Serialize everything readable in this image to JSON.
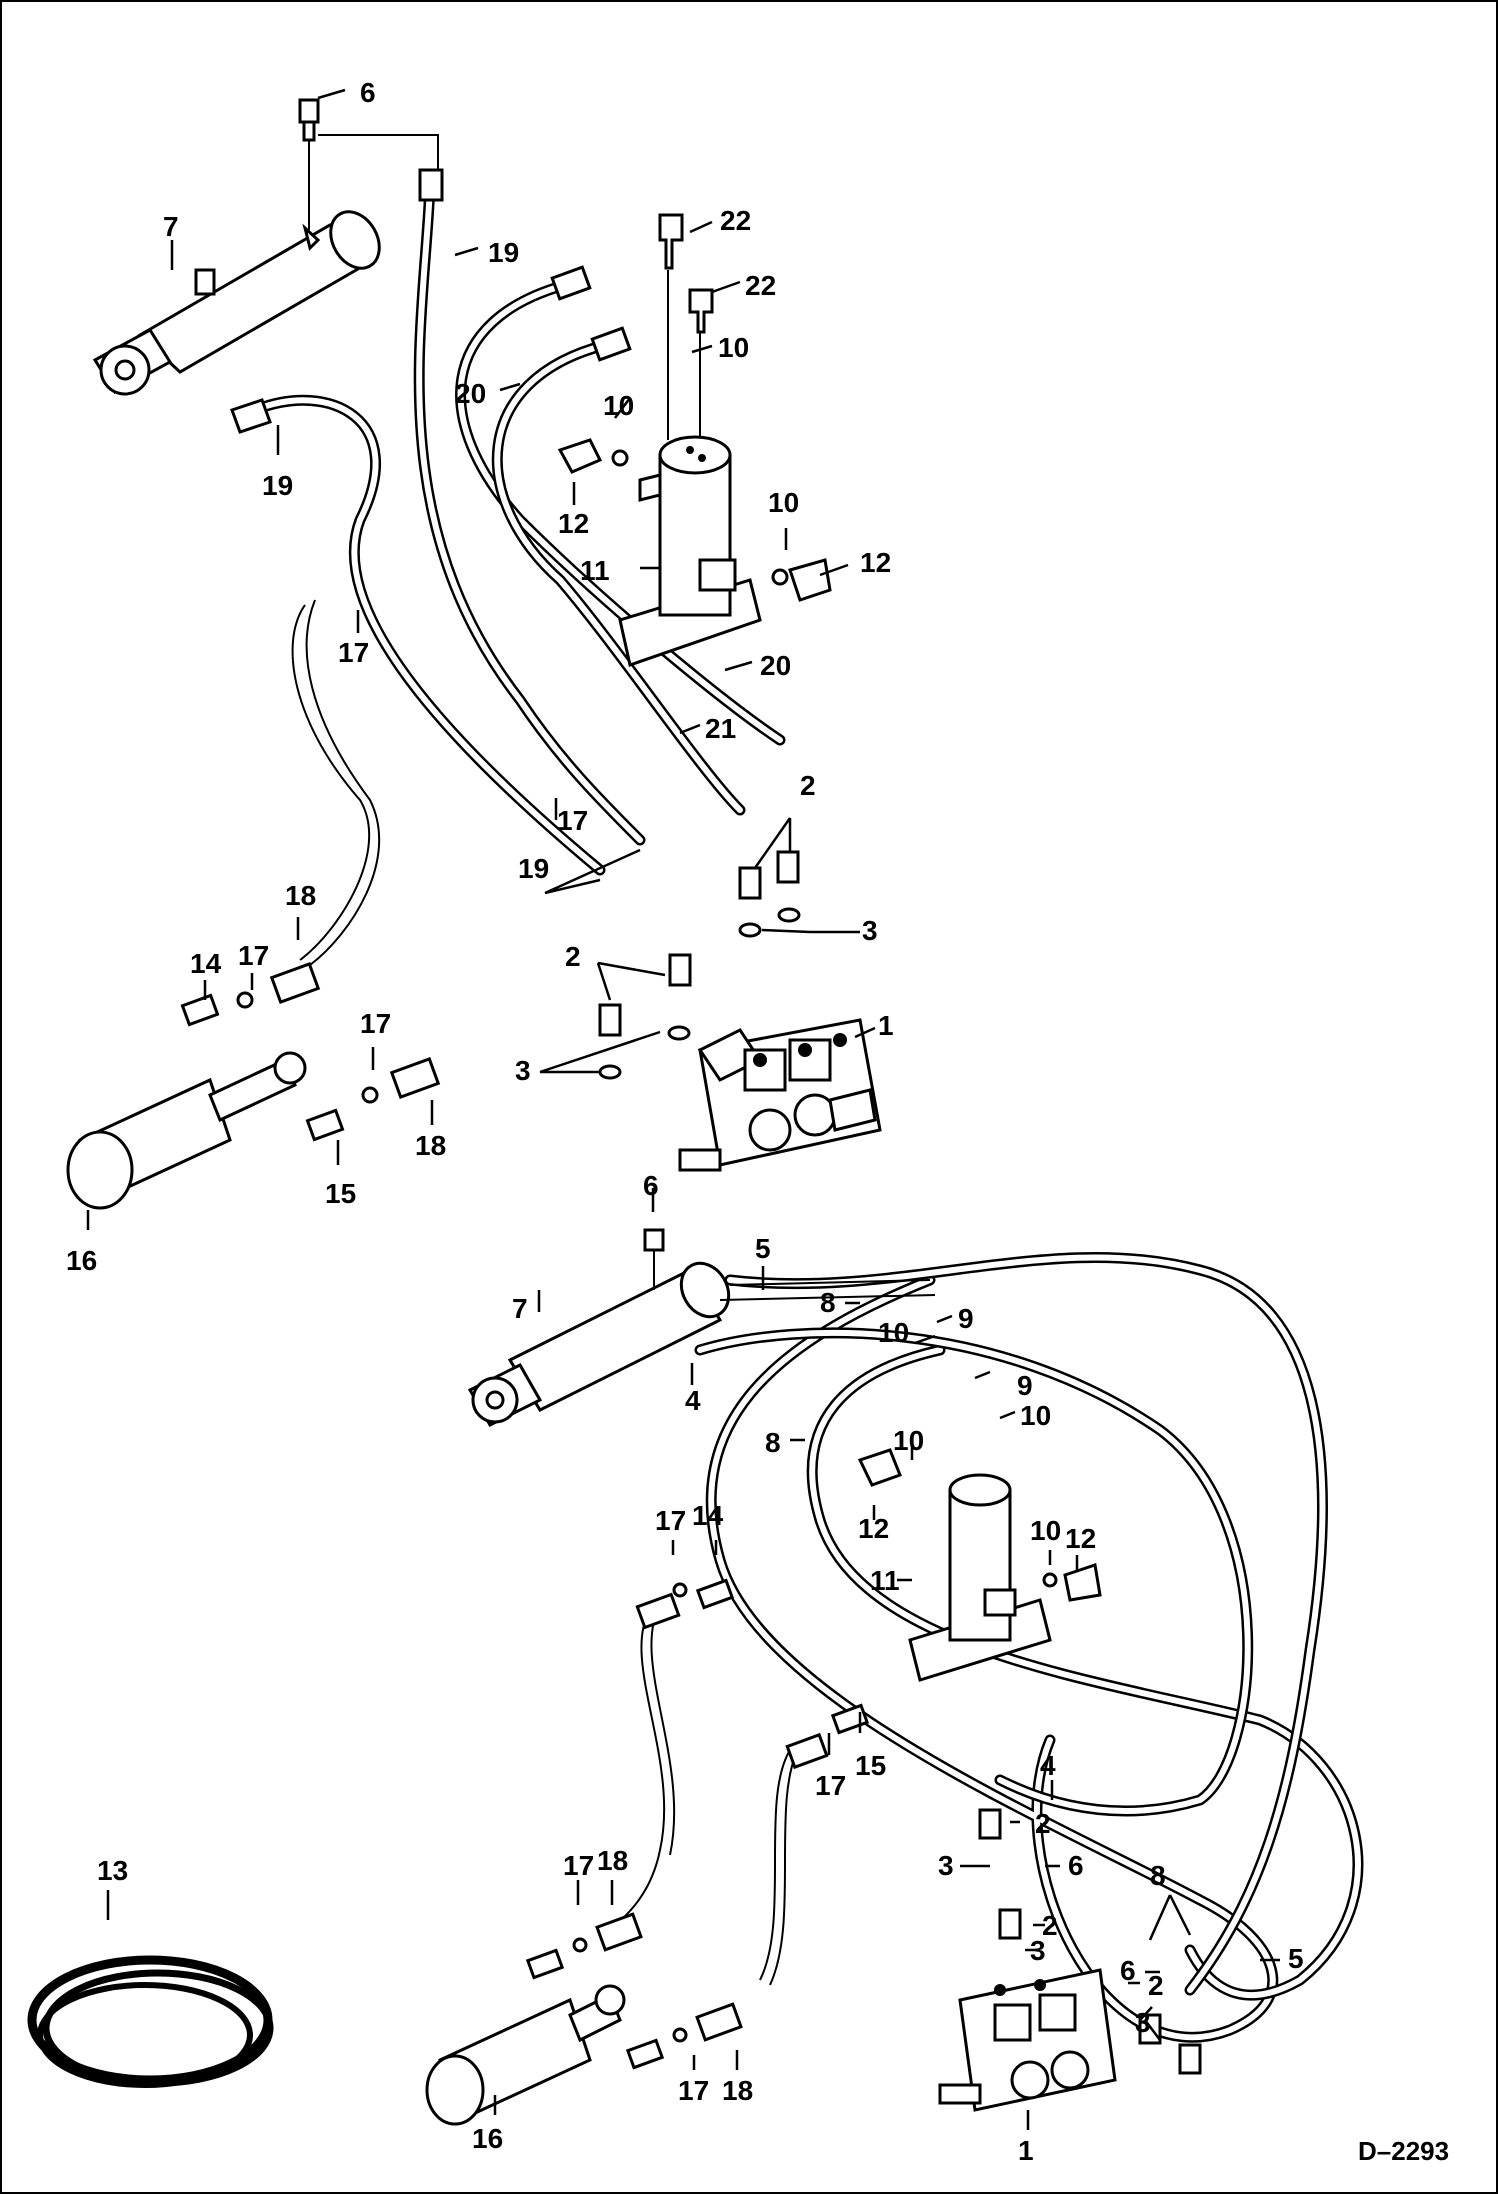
{
  "drawing_code": "D–2293",
  "callouts": {
    "c6a": "6",
    "c7a": "7",
    "c19a": "19",
    "c19b": "19",
    "c22a": "22",
    "c22b": "22",
    "c10a": "10",
    "c20a": "20",
    "c10b": "10",
    "c12a": "12",
    "c10c": "10",
    "c12b": "12",
    "c11a": "11",
    "c17a": "17",
    "c20b": "20",
    "c21a": "21",
    "c17b": "17",
    "c2a": "2",
    "c19c": "19",
    "c3a": "3",
    "c18a": "18",
    "c14a": "14",
    "c17c": "17",
    "c2b": "2",
    "c1a": "1",
    "c3b": "3",
    "c17d": "17",
    "c18b": "18",
    "c15a": "15",
    "c16a": "16",
    "c6b": "6",
    "c5a": "5",
    "c7b": "7",
    "c8a": "8",
    "c9a": "9",
    "c10d": "10",
    "c4a": "4",
    "c9b": "9",
    "c10e": "10",
    "c8b": "8",
    "c10f": "10",
    "c12c": "12",
    "c17e": "17",
    "c14b": "14",
    "c11b": "11",
    "c10g": "10",
    "c12d": "12",
    "c17f": "17",
    "c15b": "15",
    "c4b": "4",
    "c2c": "2",
    "c13a": "13",
    "c3c": "3",
    "c6c": "6",
    "c17g": "17",
    "c18c": "18",
    "c2d": "2",
    "c8c": "8",
    "c3d": "3",
    "c6d": "6",
    "c2e": "2",
    "c5b": "5",
    "c3e": "3",
    "c16b": "16",
    "c17h": "17",
    "c18d": "18",
    "c1b": "1"
  }
}
